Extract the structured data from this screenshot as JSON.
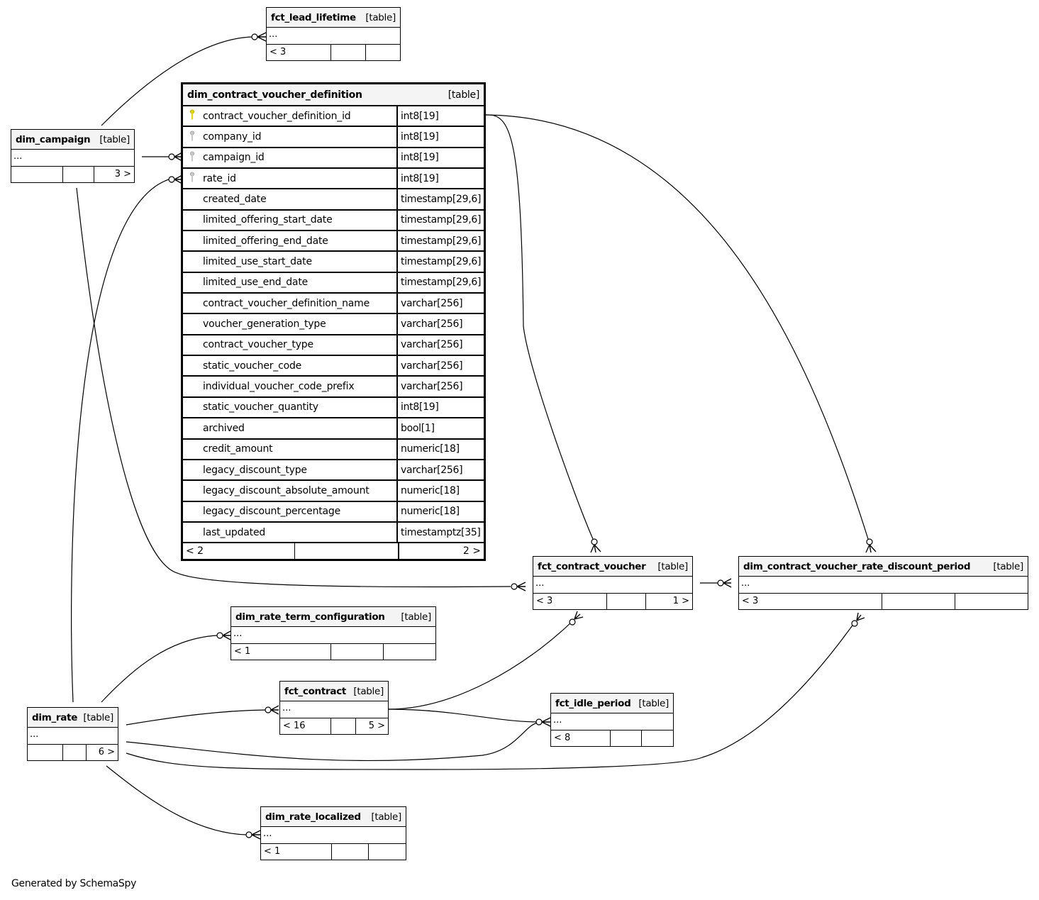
{
  "diagram": {
    "footer": "Generated by SchemaSpy",
    "main_table": {
      "name": "dim_contract_voucher_definition",
      "kind": "[table]",
      "columns": [
        {
          "name": "contract_voucher_definition_id",
          "type": "int8[19]",
          "key": "primary-key"
        },
        {
          "name": "company_id",
          "type": "int8[19]",
          "key": "foreign-key"
        },
        {
          "name": "campaign_id",
          "type": "int8[19]",
          "key": "foreign-key"
        },
        {
          "name": "rate_id",
          "type": "int8[19]",
          "key": "foreign-key"
        },
        {
          "name": "created_date",
          "type": "timestamp[29,6]",
          "key": ""
        },
        {
          "name": "limited_offering_start_date",
          "type": "timestamp[29,6]",
          "key": ""
        },
        {
          "name": "limited_offering_end_date",
          "type": "timestamp[29,6]",
          "key": ""
        },
        {
          "name": "limited_use_start_date",
          "type": "timestamp[29,6]",
          "key": ""
        },
        {
          "name": "limited_use_end_date",
          "type": "timestamp[29,6]",
          "key": ""
        },
        {
          "name": "contract_voucher_definition_name",
          "type": "varchar[256]",
          "key": ""
        },
        {
          "name": "voucher_generation_type",
          "type": "varchar[256]",
          "key": ""
        },
        {
          "name": "contract_voucher_type",
          "type": "varchar[256]",
          "key": ""
        },
        {
          "name": "static_voucher_code",
          "type": "varchar[256]",
          "key": ""
        },
        {
          "name": "individual_voucher_code_prefix",
          "type": "varchar[256]",
          "key": ""
        },
        {
          "name": "static_voucher_quantity",
          "type": "int8[19]",
          "key": ""
        },
        {
          "name": "archived",
          "type": "bool[1]",
          "key": ""
        },
        {
          "name": "credit_amount",
          "type": "numeric[18]",
          "key": ""
        },
        {
          "name": "legacy_discount_type",
          "type": "varchar[256]",
          "key": ""
        },
        {
          "name": "legacy_discount_absolute_amount",
          "type": "numeric[18]",
          "key": ""
        },
        {
          "name": "legacy_discount_percentage",
          "type": "numeric[18]",
          "key": ""
        },
        {
          "name": "last_updated",
          "type": "timestamptz[35]",
          "key": ""
        }
      ],
      "footer": {
        "parents": "< 2",
        "middle": "",
        "children": "2 >"
      }
    },
    "tables": {
      "fct_lead_lifetime": {
        "name": "fct_lead_lifetime",
        "kind": "[table]",
        "body": "...",
        "parents": "< 3",
        "middle": "",
        "children": ""
      },
      "dim_campaign": {
        "name": "dim_campaign",
        "kind": "[table]",
        "body": "...",
        "parents": "",
        "middle": "",
        "children": "3 >"
      },
      "fct_contract_voucher": {
        "name": "fct_contract_voucher",
        "kind": "[table]",
        "body": "...",
        "parents": "< 3",
        "middle": "",
        "children": "1 >"
      },
      "dim_contract_voucher_rate_discount_period": {
        "name": "dim_contract_voucher_rate_discount_period",
        "kind": "[table]",
        "body": "...",
        "parents": "< 3",
        "middle": "",
        "children": ""
      },
      "dim_rate_term_configuration": {
        "name": "dim_rate_term_configuration",
        "kind": "[table]",
        "body": "...",
        "parents": "< 1",
        "middle": "",
        "children": ""
      },
      "fct_contract": {
        "name": "fct_contract",
        "kind": "[table]",
        "body": "...",
        "parents": "< 16",
        "middle": "",
        "children": "5 >"
      },
      "fct_idle_period": {
        "name": "fct_idle_period",
        "kind": "[table]",
        "body": "...",
        "parents": "< 8",
        "middle": "",
        "children": ""
      },
      "dim_rate": {
        "name": "dim_rate",
        "kind": "[table]",
        "body": "...",
        "parents": "",
        "middle": "",
        "children": "6 >"
      },
      "dim_rate_localized": {
        "name": "dim_rate_localized",
        "kind": "[table]",
        "body": "...",
        "parents": "< 1",
        "middle": "",
        "children": ""
      }
    },
    "relationships": [
      {
        "from": "dim_campaign",
        "to": "fct_lead_lifetime",
        "cardinality": "zero-or-many"
      },
      {
        "from": "dim_campaign",
        "to": "dim_contract_voucher_definition",
        "cardinality": "zero-or-many"
      },
      {
        "from": "dim_campaign",
        "to": "fct_contract_voucher",
        "cardinality": "zero-or-many"
      },
      {
        "from": "dim_rate",
        "to": "dim_contract_voucher_definition",
        "cardinality": "zero-or-many"
      },
      {
        "from": "dim_contract_voucher_definition",
        "to": "fct_contract_voucher",
        "cardinality": "zero-or-many"
      },
      {
        "from": "dim_contract_voucher_definition",
        "to": "dim_contract_voucher_rate_discount_period",
        "cardinality": "zero-or-many"
      },
      {
        "from": "fct_contract_voucher",
        "to": "dim_contract_voucher_rate_discount_period",
        "cardinality": "zero-or-many"
      },
      {
        "from": "dim_rate",
        "to": "dim_rate_term_configuration",
        "cardinality": "zero-or-many"
      },
      {
        "from": "dim_rate",
        "to": "fct_contract",
        "cardinality": "zero-or-many"
      },
      {
        "from": "dim_rate",
        "to": "fct_idle_period",
        "cardinality": "zero-or-many"
      },
      {
        "from": "dim_rate",
        "to": "dim_contract_voucher_rate_discount_period",
        "cardinality": "zero-or-many"
      },
      {
        "from": "dim_rate",
        "to": "dim_rate_localized",
        "cardinality": "zero-or-many"
      },
      {
        "from": "fct_contract",
        "to": "fct_contract_voucher",
        "cardinality": "zero-or-many"
      },
      {
        "from": "fct_contract",
        "to": "fct_idle_period",
        "cardinality": "zero-or-many"
      }
    ]
  }
}
